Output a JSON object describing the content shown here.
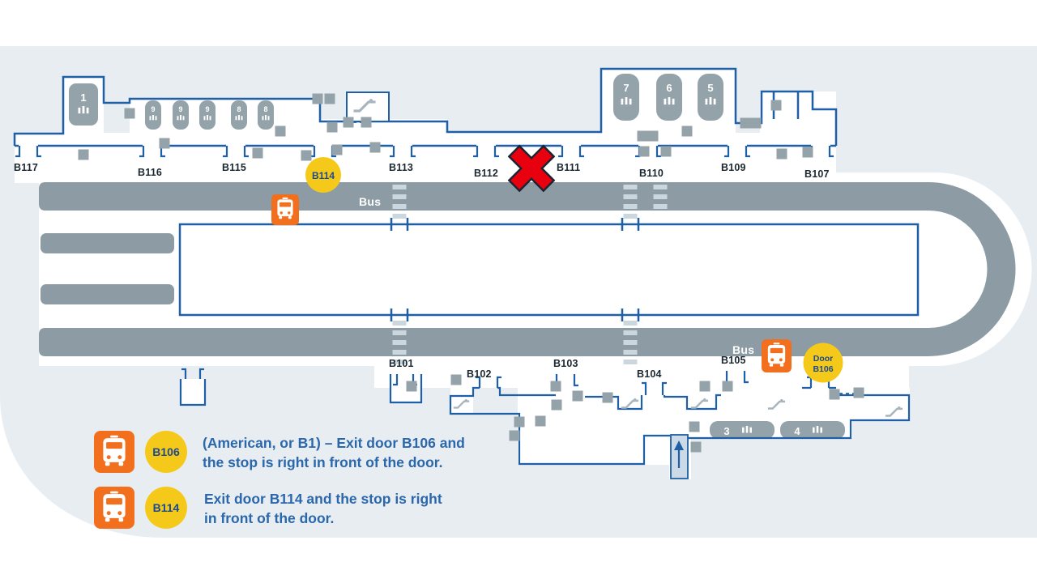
{
  "page": {
    "background": "#ffffff",
    "panel_color": "#e8edf2"
  },
  "map": {
    "outline_color": "#1e5fa6",
    "road": {
      "color": "#8d9ca4",
      "label_top": "Bus",
      "label_bottom": "Bus",
      "crosswalk_color": "#cbd7de"
    },
    "top_doors": [
      {
        "label": "B117"
      },
      {
        "label": "B116"
      },
      {
        "label": "B115"
      },
      {
        "label": "B113"
      },
      {
        "label": "B112"
      },
      {
        "label": "B111"
      },
      {
        "label": "B110"
      },
      {
        "label": "B109"
      },
      {
        "label": "B107"
      }
    ],
    "bottom_doors": [
      {
        "label": "B101"
      },
      {
        "label": "B102"
      },
      {
        "label": "B103"
      },
      {
        "label": "B104"
      },
      {
        "label": "B105"
      }
    ],
    "gates": {
      "gate_1": "1",
      "pier_gates": [
        "9",
        "9",
        "9",
        "8",
        "8"
      ],
      "top_right_gates": [
        "7",
        "6",
        "5"
      ],
      "bottom_gates": [
        "3",
        "4"
      ]
    },
    "stops": {
      "b114": {
        "label": "B114",
        "badge_color": "#f5c91a"
      },
      "b106": {
        "label_line1": "Door",
        "label_line2": "B106",
        "badge_color": "#f5c91a"
      }
    },
    "closed_marker": {
      "icon": "red-x-icon",
      "color": "#e8000f"
    },
    "bus_stop_icon_color": "#f2701d"
  },
  "legend": {
    "items": [
      {
        "icon": "bus-icon",
        "badge": "B106",
        "line1": "(American, or B1) – Exit door B106 and",
        "line2": "the stop is right in front of the door."
      },
      {
        "icon": "bus-icon",
        "badge": "B114",
        "line1": "Exit door B114 and the stop is right",
        "line2": "in front of the door."
      }
    ]
  }
}
